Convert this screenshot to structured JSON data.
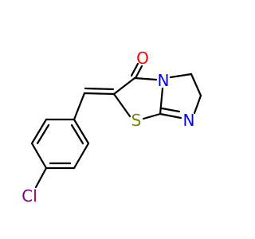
{
  "molecule": {
    "atoms": {
      "oxygen": {
        "symbol": "O",
        "color": "#ff0000"
      },
      "nitrogen_ring_junction": {
        "symbol": "N",
        "color": "#0000ff"
      },
      "nitrogen_imine": {
        "symbol": "N",
        "color": "#0000ff"
      },
      "sulfur": {
        "symbol": "S",
        "color": "#808000"
      },
      "chlorine": {
        "symbol": "Cl",
        "color": "#800080"
      }
    },
    "bond_color": "#000000",
    "background": "#ffffff"
  }
}
